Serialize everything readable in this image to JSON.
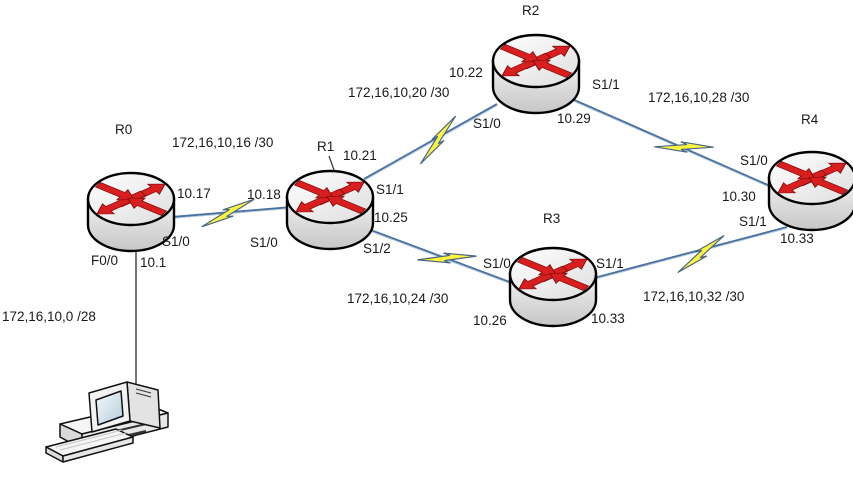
{
  "diagram": {
    "kind": "network-topology",
    "background": "#ffffff"
  },
  "devices": {
    "r0": {
      "label": "R0",
      "type": "router"
    },
    "r1": {
      "label": "R1",
      "type": "router"
    },
    "r2": {
      "label": "R2",
      "type": "router"
    },
    "r3": {
      "label": "R3",
      "type": "router"
    },
    "r4": {
      "label": "R4",
      "type": "router"
    },
    "pc": {
      "type": "workstation"
    }
  },
  "lan": {
    "network": "172,16,10,0 /28",
    "router_interface": "F0/0",
    "router_ip": "10.1"
  },
  "links": [
    {
      "from": "R0",
      "to": "R1",
      "network": "172,16,10,16 /30",
      "from_if": "S1/0",
      "from_ip": "10.17",
      "to_if": "S1/0",
      "to_ip": "10.18"
    },
    {
      "from": "R1",
      "to": "R2",
      "network": "172,16,10,20 /30",
      "from_if": "S1/1",
      "from_ip": "10.21",
      "to_if": "S1/0",
      "to_ip": "10.22"
    },
    {
      "from": "R1",
      "to": "R3",
      "network": "172,16,10,24 /30",
      "from_if": "S1/2",
      "from_ip": "10.25",
      "to_if": "S1/0",
      "to_ip": "10.26"
    },
    {
      "from": "R2",
      "to": "R4",
      "network": "172,16,10,28 /30",
      "from_if": "S1/1",
      "from_ip": "10.29",
      "to_if": "S1/0",
      "to_ip": "10.30"
    },
    {
      "from": "R3",
      "to": "R4",
      "network": "172,16,10,32 /30",
      "from_if": "S1/1",
      "from_ip": "10.33",
      "to_if": "S1/1",
      "to_ip": "10.33"
    }
  ],
  "colors": {
    "link_line": "#4a72a2",
    "bolt_fill": "#fdf53d",
    "bolt_outline": "#4a6785",
    "router_arrow": "#d81e1e",
    "text": "#1a1a1a"
  }
}
